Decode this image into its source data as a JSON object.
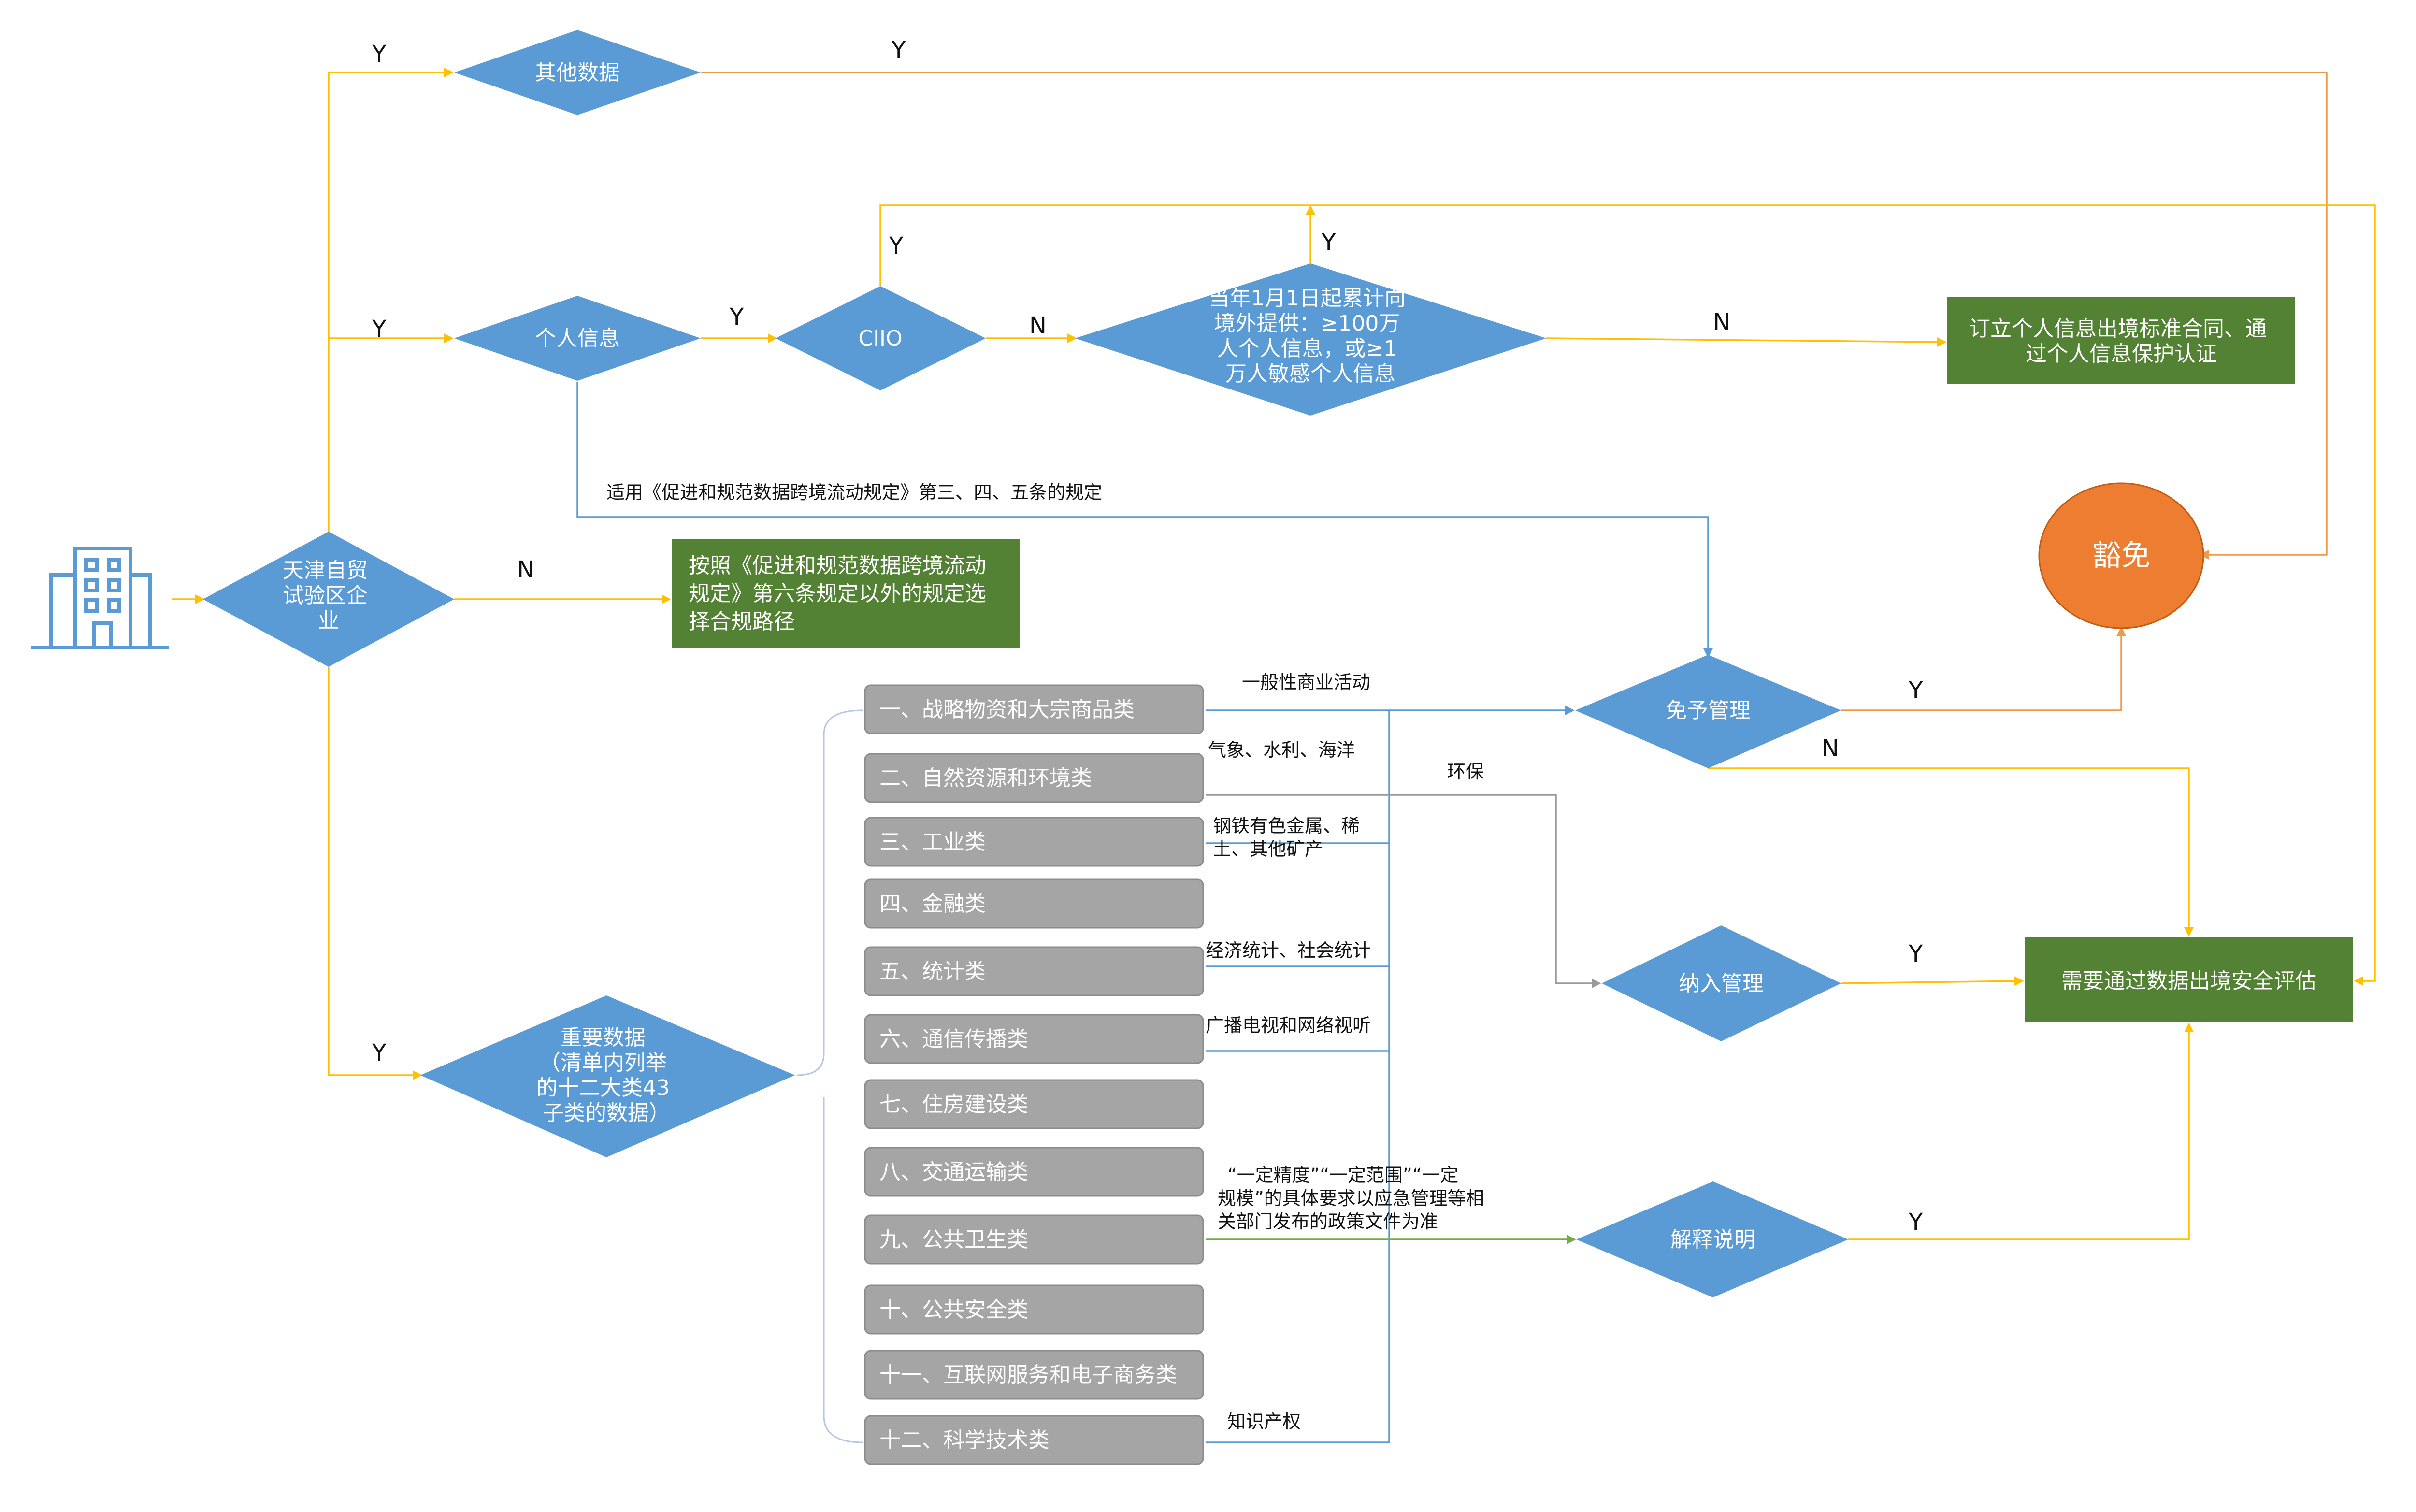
{
  "colors": {
    "diamond": "#5b9bd5",
    "green_box": "#548235",
    "orange_circle": "#ed7d31",
    "category_box": "#a5a5a5",
    "line_yellow": "#ffc000",
    "line_orange": "#ed9a4a",
    "line_blue": "#5b9bd5",
    "line_gray": "#999999",
    "line_green": "#70ad47",
    "icon": "#5b9bd5"
  },
  "icon": "building-icon",
  "nodes": {
    "start": {
      "lines": [
        "天津自贸",
        "试验区企",
        "业"
      ]
    },
    "other_data": {
      "text": "其他数据"
    },
    "personal_info": {
      "text": "个人信息"
    },
    "ciio": {
      "text": "CIIO"
    },
    "threshold": {
      "lines": [
        "当年1月1日起累计向",
        "境外提供：≥100万",
        "人个人信息，或≥1",
        "万人敏感个人信息"
      ]
    },
    "standard_contract": {
      "lines": [
        "订立个人信息出境标准合同、通",
        "过个人信息保护认证"
      ]
    },
    "article6": {
      "lines": [
        "按照《促进和规范数据跨境流动",
        "规定》第六条规定以外的规定选",
        "择合规路径"
      ]
    },
    "exempt": {
      "text": "豁免"
    },
    "exempt_mgmt": {
      "text": "免予管理"
    },
    "include_mgmt": {
      "text": "纳入管理"
    },
    "explain": {
      "text": "解释说明"
    },
    "security_eval": {
      "text": "需要通过数据出境安全评估"
    },
    "important_data": {
      "lines": [
        "重要数据",
        "（清单内列举",
        "的十二大类43",
        "子类的数据）"
      ]
    }
  },
  "categories": [
    "一、战略物资和大宗商品类",
    "二、自然资源和环境类",
    "三、工业类",
    "四、金融类",
    "五、统计类",
    "六、通信传播类",
    "七、住房建设类",
    "八、交通运输类",
    "九、公共卫生类",
    "十、公共安全类",
    "十一、互联网服务和电子商务类",
    "十二、科学技术类"
  ],
  "annotations": {
    "rule_345": "适用《促进和规范数据跨境流动规定》第三、四、五条的规定",
    "general_commerce": "一般性商业活动",
    "weather_water_ocean": "气象、水利、海洋",
    "env_protection": "环保",
    "steel_metals": [
      "钢铁有色金属、稀",
      "土、其他矿产"
    ],
    "economic_social_stats": "经济统计、社会统计",
    "broadcast_tv": "广播电视和网络视听",
    "precision_scope": [
      "“一定精度”“一定范围”“一定",
      "规模”的具体要求以应急管理等相",
      "关部门发布的政策文件为准"
    ],
    "ip": "知识产权"
  },
  "edge_labels": {
    "yes": "Y",
    "no": "N"
  }
}
